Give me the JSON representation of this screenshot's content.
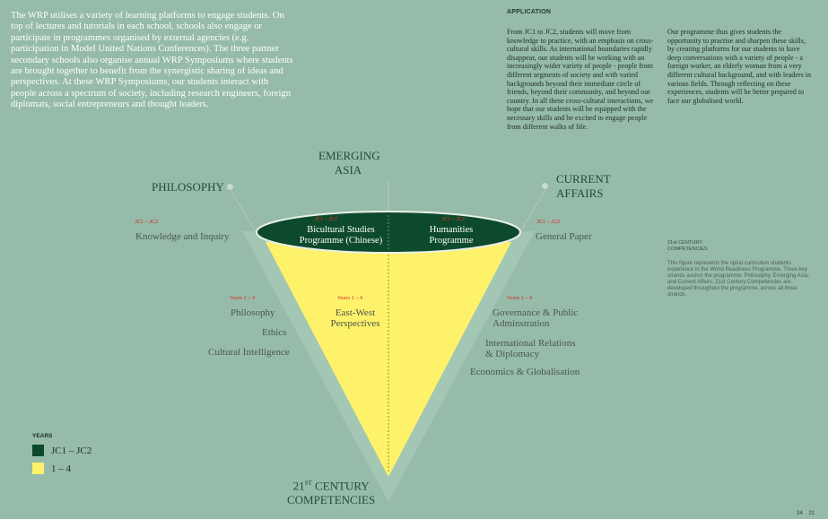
{
  "intro": "The WRP utilises a variety of learning platforms to engage students. On top of lectures and tutorials in each school, schools also engage or participate in programmes organised by external agencies (e.g. participation in Model United Nations Conferences). The three partner secondary schools also organise annual WRP Symposiums where students are brought together to benefit from the synergistic sharing of ideas and perspectives. At these WRP Symposiums, our students interact with people across a spectrum of society, including research engineers, foreign diplomats, social entrepreneurs and thought leaders.",
  "application": {
    "heading": "APPLICATION",
    "col1": "From JC1 to JC2, students will move from knowledge to practice, with an emphasis on cross-cultural skills. As international boundaries rapidly disappear, our students will be working with an increasingly wider variety of people - people from different segments of society and with varied backgrounds beyond their immediate circle of friends, beyond their community, and beyond our country. In all these cross-cultural interactions, we hope that our students will be equipped with the necessary skills and be excited to engage people from different walks of life.",
    "col2": "Our programme thus gives students the opportunity to practise and sharpen these skills, by creating platforms for our students to have deep conversations with a variety of people - a foreign worker, an elderly woman from a very different cultural background, and with leaders in various fields. Through reflecting on these experiences, students will be better prepared to face our globalised world."
  },
  "strands": {
    "philosophy": "PHILOSOPHY",
    "emerging_asia_1": "EMERGING",
    "emerging_asia_2": "ASIA",
    "current_affairs_1": "CURRENT",
    "current_affairs_2": "AFFAIRS",
    "competencies_1": "21",
    "competencies_sup": "ST",
    "competencies_2": " CENTURY",
    "competencies_3": "COMPETENCIES"
  },
  "jc_labels": {
    "left": "JC1 – JC2",
    "center_left": "JC1 – JC2",
    "center_right": "JC1 – JC2",
    "right": "JC1 – JC2"
  },
  "jc_courses": {
    "knowledge_inquiry": "Knowledge and Inquiry",
    "bicultural_1": "Bicultural Studies",
    "bicultural_2": "Programme (Chinese)",
    "humanities_1": "Humanities",
    "humanities_2": "Programme",
    "general_paper": "General Paper"
  },
  "year_labels": {
    "left": "Years 1 – 4",
    "center": "Years 1 – 4",
    "right": "Years 1 – 4"
  },
  "year_courses": {
    "philosophy": "Philosophy",
    "ethics": "Ethics",
    "cultural_intelligence": "Cultural Intelligence",
    "east_west_1": "East-West",
    "east_west_2": "Perspectives",
    "governance_1": "Governance & Public",
    "governance_2": "Adminstration",
    "intl_relations_1": "International Relations",
    "intl_relations_2": "& Diplomacy",
    "economics": "Economics & Globalisation"
  },
  "note": {
    "heading_1": "21st CENTURY",
    "heading_2": "COMPETENCIES",
    "body": "This figure represents the spiral curriculum students experience in the World Readiness Programme. Three key strands anchor the programme: Philosophy, Emerging Asia, and Current Affairs. 21st Century Competencies are developed throughout the programme, across all three strands."
  },
  "legend": {
    "heading": "YEARS",
    "items": [
      {
        "label": "JC1 – JC2",
        "color": "#0d4a2c"
      },
      {
        "label": "1 – 4",
        "color": "#fdf26a"
      }
    ]
  },
  "page_numbers": "24    21",
  "colors": {
    "background": "#96bba8",
    "dark_green": "#0d4a2c",
    "yellow": "#fdf26a",
    "red_label": "#d9302c"
  }
}
